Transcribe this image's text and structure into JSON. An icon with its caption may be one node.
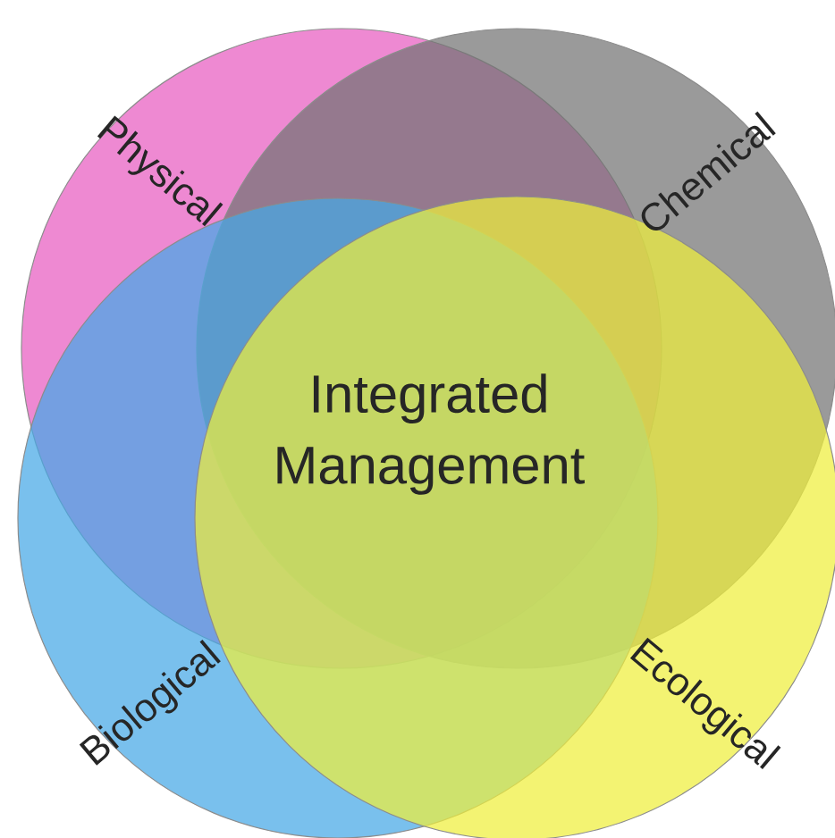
{
  "diagram": {
    "nodes": [
      {
        "text": [
          "Physical"
        ]
      },
      {
        "text": [
          "Chemical"
        ]
      },
      {
        "text": [
          "Biological"
        ]
      },
      {
        "text": [
          "Ecological"
        ]
      }
    ],
    "labels": [
      "Integrated Management"
    ]
  }
}
